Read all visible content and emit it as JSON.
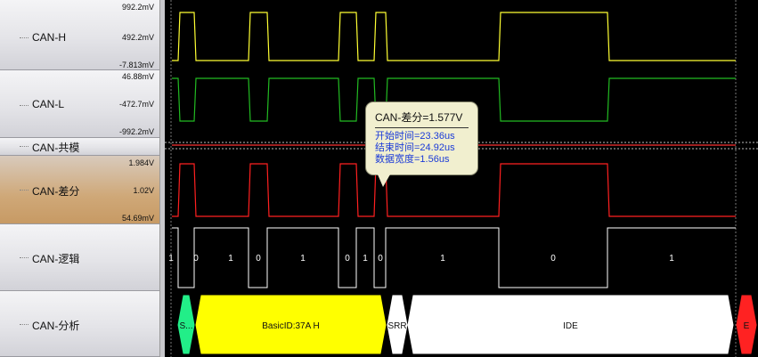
{
  "channels": [
    {
      "name": "CAN-H",
      "ticks": [
        "992.2mV",
        "492.2mV",
        "-7.813mV"
      ]
    },
    {
      "name": "CAN-L",
      "ticks": [
        "46.88mV",
        "-472.7mV",
        "-992.2mV"
      ]
    },
    {
      "name": "CAN-共模",
      "ticks": []
    },
    {
      "name": "CAN-差分",
      "ticks": [
        "1.984V",
        "1.02V",
        "54.69mV"
      ]
    },
    {
      "name": "CAN-逻辑",
      "ticks": []
    },
    {
      "name": "CAN-分析",
      "ticks": []
    }
  ],
  "logic_bits": [
    "1",
    "0",
    "1",
    "0",
    "1",
    "0",
    "1",
    "0",
    "1",
    "0",
    "1"
  ],
  "analysis_fields": [
    "S...",
    "BasicID:37A H",
    "SRR",
    "IDE",
    "E"
  ],
  "tooltip": {
    "title": "CAN-差分=1.577V",
    "lines": [
      "开始时间=23.36us",
      "结束时间=24.92us",
      "数据宽度=1.56us"
    ]
  },
  "colors": {
    "can_h": "#ffff33",
    "can_l": "#22bb22",
    "common": "#ff3333",
    "diff": "#ff2020",
    "logic": "#ffffff",
    "field_start": "#22ee88",
    "field_id": "#ffff00",
    "field_plain": "#ffffff",
    "field_end": "#ff2222"
  }
}
